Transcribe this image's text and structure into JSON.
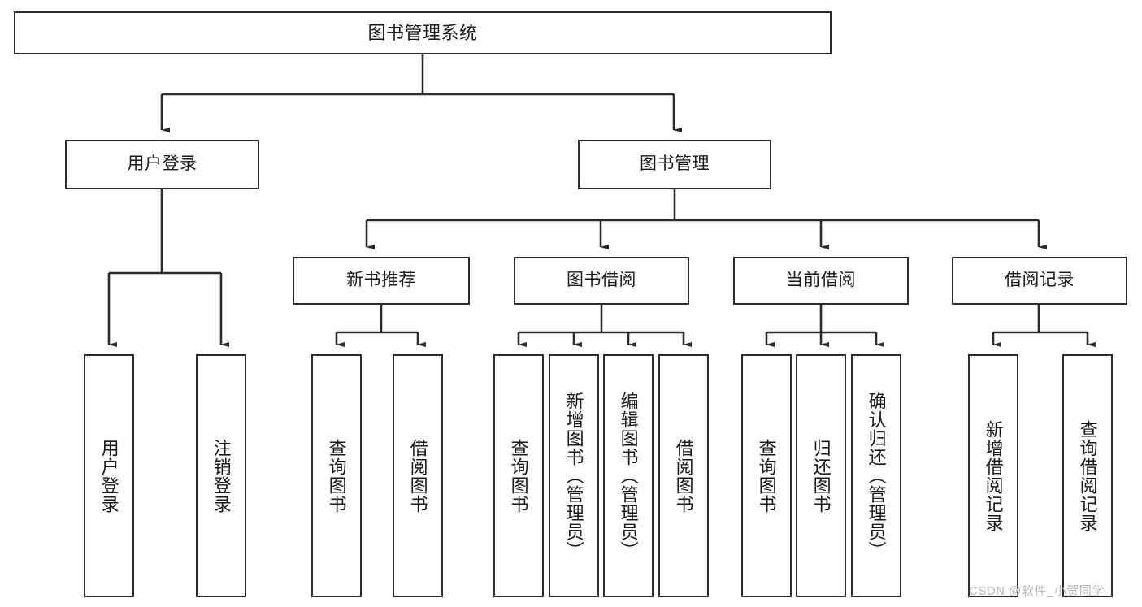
{
  "diagram": {
    "title": "图书管理系统",
    "type": "hierarchy-tree",
    "root": {
      "label": "图书管理系统"
    },
    "level2": [
      {
        "label": "用户登录"
      },
      {
        "label": "图书管理"
      }
    ],
    "level3": [
      {
        "label": "新书推荐"
      },
      {
        "label": "图书借阅"
      },
      {
        "label": "当前借阅"
      },
      {
        "label": "借阅记录"
      }
    ],
    "leaves": {
      "user_login": [
        {
          "label": "用户登录"
        },
        {
          "label": "注销登录"
        }
      ],
      "new_book_recommend": [
        {
          "label": "查询图书"
        },
        {
          "label": "借阅图书"
        }
      ],
      "book_borrow": [
        {
          "label": "查询图书"
        },
        {
          "label": "新增图书（管理员）"
        },
        {
          "label": "编辑图书（管理员）"
        },
        {
          "label": "借阅图书"
        }
      ],
      "current_borrow": [
        {
          "label": "查询图书"
        },
        {
          "label": "归还图书"
        },
        {
          "label": "确认归还（管理员）"
        }
      ],
      "borrow_record": [
        {
          "label": "新增借阅记录"
        },
        {
          "label": "查询借阅记录"
        }
      ]
    }
  },
  "watermark": {
    "text": "CSDN @软件_小贺同学"
  },
  "colors": {
    "stroke": "#2b2b2b",
    "fill": "#ffffff",
    "text": "#1a1a1a",
    "watermark": "#b9b9b9"
  }
}
